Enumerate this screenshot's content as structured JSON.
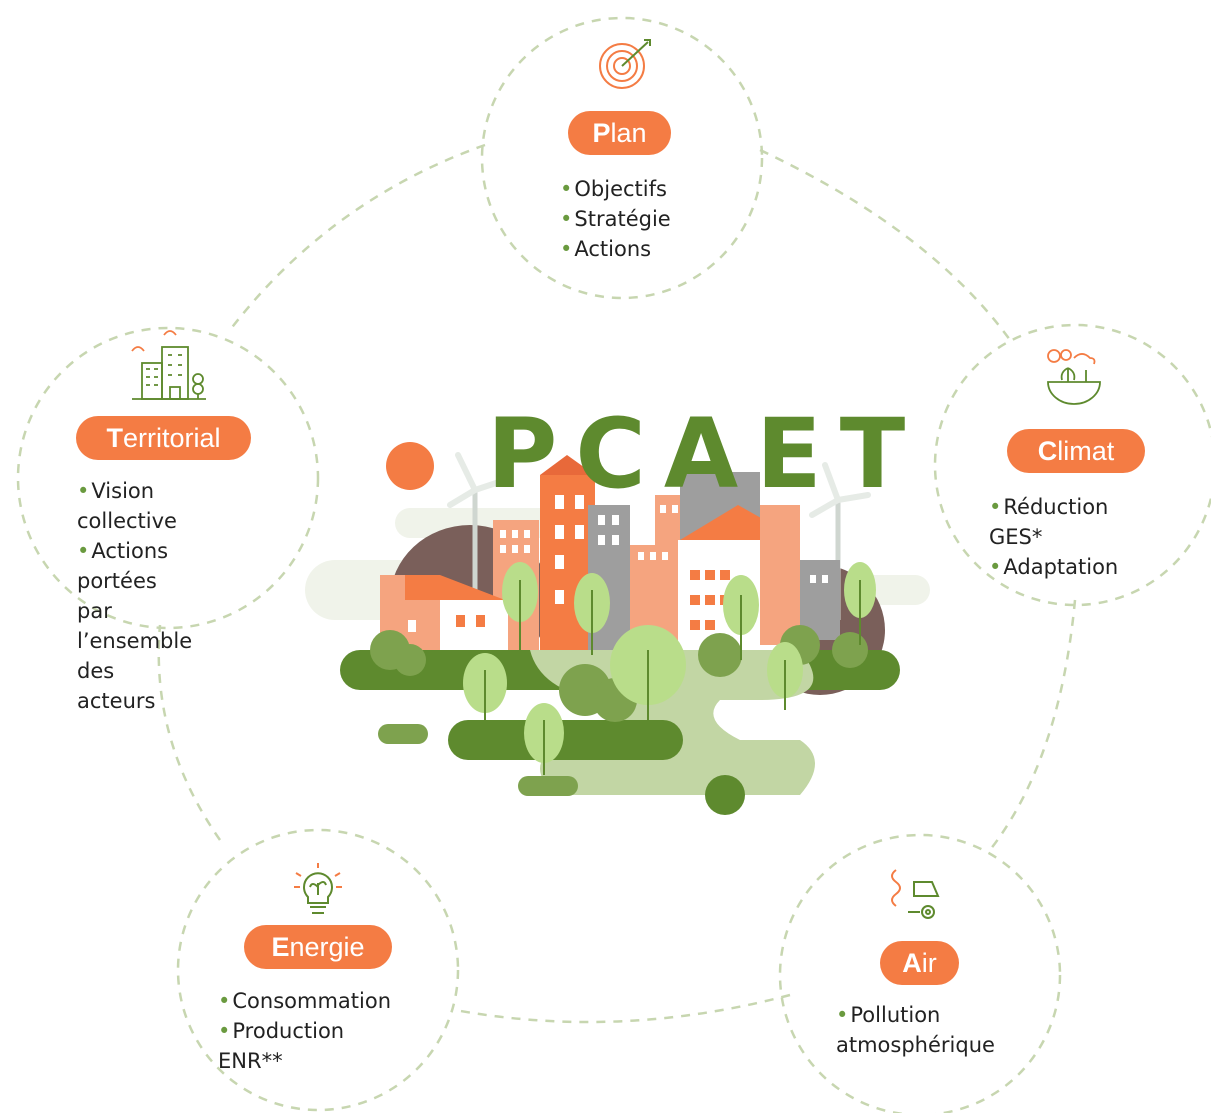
{
  "title": "PCAET",
  "colors": {
    "accent": "#f47c44",
    "green_dark": "#5e8a2e",
    "green_light": "#b7cf94",
    "dash": "#c7d6b0"
  },
  "nodes": [
    {
      "key": "plan",
      "initial": "P",
      "rest": "lan",
      "icon": "target-icon",
      "items": [
        "Objectifs",
        "Stratégie",
        "Actions"
      ]
    },
    {
      "key": "climat",
      "initial": "C",
      "rest": "limat",
      "icon": "earth-climate-icon",
      "items": [
        "Réduction GES*",
        "Adaptation"
      ]
    },
    {
      "key": "air",
      "initial": "A",
      "rest": "ir",
      "icon": "car-exhaust-icon",
      "items": [
        "Pollution",
        "atmosphérique"
      ]
    },
    {
      "key": "energie",
      "initial": "E",
      "rest": "nergie",
      "icon": "lightbulb-icon",
      "items": [
        "Consommation",
        "Production ENR**"
      ]
    },
    {
      "key": "territorial",
      "initial": "T",
      "rest": "erritorial",
      "icon": "buildings-icon",
      "items": [
        "Vision collective",
        "Actions portées",
        "par l’ensemble",
        "des acteurs"
      ]
    }
  ]
}
